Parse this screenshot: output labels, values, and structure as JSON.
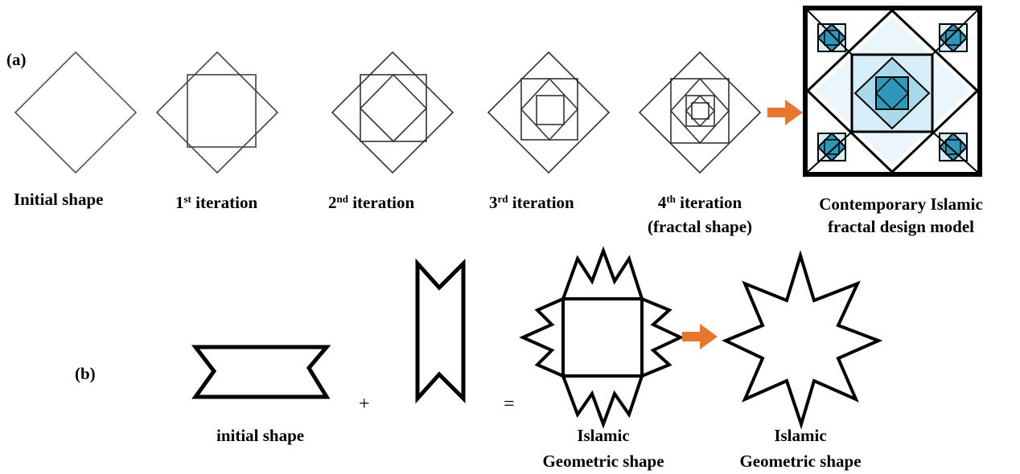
{
  "panels": {
    "a": "(a)",
    "b": "(b)"
  },
  "row_a": {
    "initial": "Initial shape",
    "iter1": {
      "num": "1",
      "sup": "st",
      "rest": " iteration"
    },
    "iter2": {
      "num": "2",
      "sup": "nd",
      "rest": " iteration"
    },
    "iter3": {
      "num": "3",
      "sup": "rd",
      "rest": " iteration"
    },
    "iter4": {
      "num": "4",
      "sup": "th",
      "rest": " iteration",
      "line2": "(fractal shape)"
    },
    "model": {
      "line1": "Contemporary Islamic",
      "line2": "fractal design model"
    }
  },
  "row_b": {
    "initial": "initial shape",
    "plus": "+",
    "equals": "=",
    "geo1": {
      "line1": "Islamic",
      "line2": "Geometric shape"
    },
    "geo2": {
      "line1": "Islamic",
      "line2": "Geometric shape"
    }
  },
  "colors": {
    "arrow": "#e8772e",
    "tile_light": "#d6eef7",
    "tile_mid": "#a9d9ea",
    "tile_dark": "#2f97b8"
  }
}
